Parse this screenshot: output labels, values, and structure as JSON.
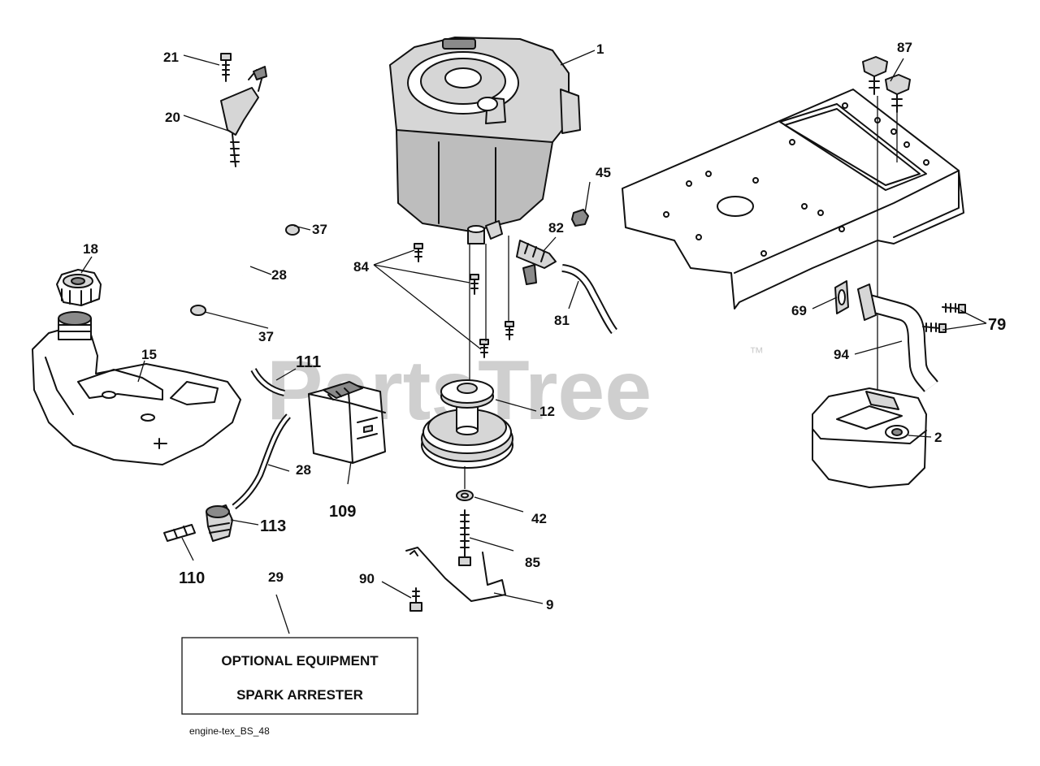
{
  "watermark": {
    "text": "PartsTree",
    "trademark": "™"
  },
  "callouts": {
    "c1": "1",
    "c2": "2",
    "c9": "9",
    "c12": "12",
    "c15": "15",
    "c18": "18",
    "c20": "20",
    "c21": "21",
    "c28a": "28",
    "c28b": "28",
    "c29": "29",
    "c37a": "37",
    "c37b": "37",
    "c42": "42",
    "c45": "45",
    "c69": "69",
    "c79": "79",
    "c81": "81",
    "c82": "82",
    "c84": "84",
    "c85": "85",
    "c87": "87",
    "c90": "90",
    "c94": "94",
    "c109": "109",
    "c110": "110",
    "c111": "111",
    "c113": "113"
  },
  "optional_box": {
    "line1": "OPTIONAL EQUIPMENT",
    "line2": "SPARK ARRESTER"
  },
  "caption": "engine-tex_BS_48",
  "colors": {
    "ink": "#111111",
    "shade": "#d6d6d6",
    "watermark": "#cfcfcf"
  }
}
